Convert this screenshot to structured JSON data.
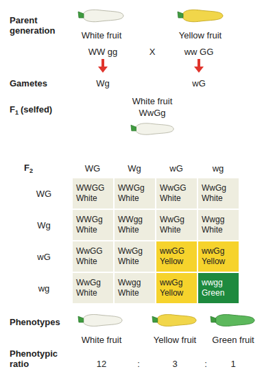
{
  "diagram": {
    "nodes": [
      {
        "text": [
          "WWGG",
          "White"
        ]
      },
      {
        "text": [
          "WWGg",
          "White"
        ]
      },
      {
        "text": [
          "WwGG",
          "White"
        ]
      },
      {
        "text": [
          "WwGg",
          "White"
        ]
      },
      {
        "text": [
          "WWGg",
          "White"
        ]
      },
      {
        "text": [
          "WWgg",
          "White"
        ]
      },
      {
        "text": [
          "WwGg",
          "White"
        ]
      },
      {
        "text": [
          "Wwgg",
          "White"
        ]
      },
      {
        "text": [
          "WwGG",
          "White"
        ]
      },
      {
        "text": [
          "WwGg",
          "White"
        ]
      },
      {
        "text": [
          "wwGG",
          "Yellow"
        ]
      },
      {
        "text": [
          "wwGg",
          "Yellow"
        ]
      },
      {
        "text": [
          "WwGg",
          "White"
        ]
      },
      {
        "text": [
          "Wwgg",
          "White"
        ]
      },
      {
        "text": [
          "wwGg",
          "Yellow"
        ]
      },
      {
        "text": [
          "wwgg",
          "Green"
        ]
      }
    ],
    "labels": [
      "Parent generation",
      "White fruit",
      "Yellow fruit",
      "WW gg",
      "X",
      "ww GG",
      "Gametes",
      "Wg",
      "wG",
      "F",
      "1",
      "(selfed)",
      "White fruit",
      "WwGg",
      "F",
      "2",
      "WG",
      "Wg",
      "wG",
      "wg",
      "WG",
      "Wg",
      "wG",
      "wg",
      "Phenotypes",
      "White fruit",
      "Yellow fruit",
      "Green fruit",
      "Phenotypic ratio",
      "12",
      ":",
      "3",
      ":",
      "1"
    ]
  }
}
